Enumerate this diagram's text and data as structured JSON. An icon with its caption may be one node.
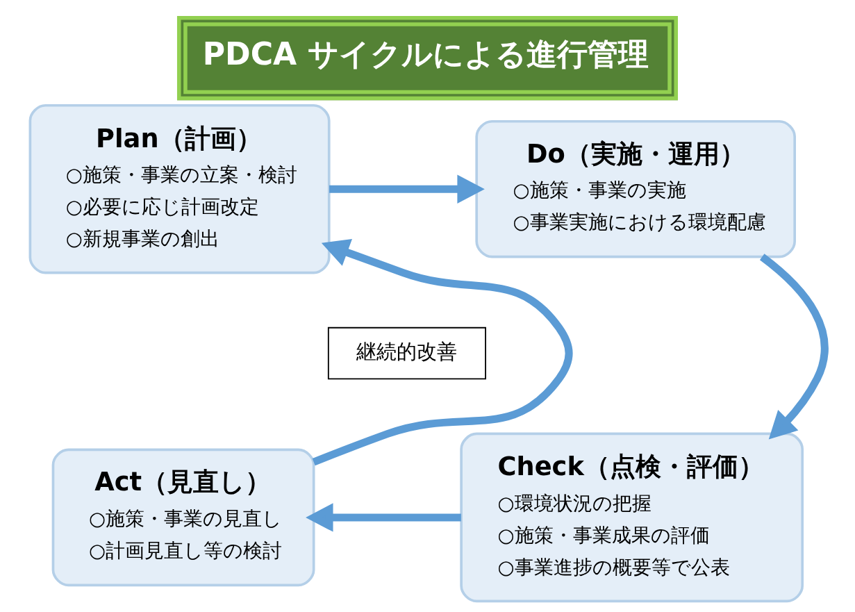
{
  "diagram": {
    "title": "PDCA サイクルによる進行管理",
    "nodes": [
      {
        "text": [
          "Plan（計画）",
          "○施策・事業の立案・検討",
          "○必要に応じ計画改定",
          "○新規事業の創出"
        ]
      },
      {
        "text": [
          "Do（実施・運用）",
          "○施策・事業の実施",
          "○事業実施における環境配慮"
        ]
      },
      {
        "text": [
          "継続的改善"
        ]
      },
      {
        "text": [
          "Act（見直し）",
          "○施策・事業の見直し",
          "○計画見直し等の検討"
        ]
      },
      {
        "text": [
          "Check（点検・評価）",
          "○環境状況の把握",
          "○施策・事業成果の評価",
          "○事業進捗の概要等で公表"
        ]
      }
    ],
    "edges": [
      {
        "from": 0,
        "to": 1,
        "arrow": "to"
      },
      {
        "from": 1,
        "to": 4,
        "arrow": "to"
      },
      {
        "from": 4,
        "to": 3,
        "arrow": "to"
      },
      {
        "from": 3,
        "to": 0,
        "arrow": "to"
      }
    ]
  }
}
